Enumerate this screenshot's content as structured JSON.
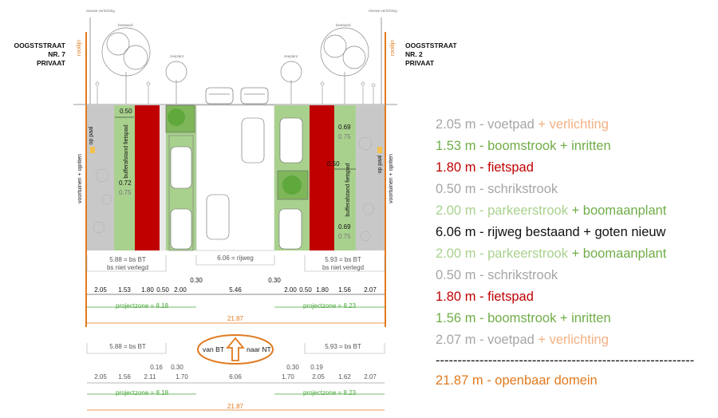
{
  "owners": {
    "left": [
      "OOGSTSTRAAT",
      "NR. 7",
      "PRIVAAT"
    ],
    "right": [
      "OOGSTSTRAAT",
      "NR. 2",
      "PRIVAAT"
    ]
  },
  "small_labels": {
    "rooilijn": "rooilijn",
    "verlichting_top": "nieuwe verlichting",
    "boom": "bestaand",
    "zeeplant": "zeeplant"
  },
  "section": {
    "left_vertical": {
      "voortuinen": "voortuinen + opriten",
      "op_paal": "op paal"
    },
    "right_vertical": {
      "voortuinen": "voortuinen + opriten",
      "op_paal": "op paal"
    },
    "left_buffer": {
      "text": "bufferafstand fietspad",
      "val_top": "0.50",
      "val_mid": "0.72",
      "val_mid_old": "0.75"
    },
    "right_buffer": {
      "text": "bufferafstand fietspad",
      "val_top": "0.69",
      "val_top_old": "0.75",
      "val_mid": "0.50",
      "val_bot": "0.69",
      "val_bot_old": "0.75"
    }
  },
  "proposed": {
    "left_bs": "5.88 = bs BT",
    "left_bs_sub": "bs niet verlegd",
    "road": "6.06 = rijweg",
    "right_bs": "5.93 = bs BT",
    "right_bs_sub": "bs niet verlegd",
    "top_dims": {
      "left_030": "0.30",
      "right_030": "0.30"
    },
    "dims": [
      "2.05",
      "1.53",
      "1.80",
      "0.50",
      "2.00",
      "5.46",
      "2.00",
      "0.50",
      "1.80",
      "1.56",
      "2.07"
    ],
    "projectzone_left": "projectzone = 8.18",
    "projectzone_right": "projectzone = 8.23",
    "total": "21.87"
  },
  "arrow": {
    "from": "van BT",
    "to": "naar NT"
  },
  "existing": {
    "left_bs": "5.88 = bs BT",
    "right_bs": "5.93 = bs BT",
    "small_dims": [
      "0.16",
      "0.30",
      "0.30",
      "0.19"
    ],
    "dims": [
      "2.05",
      "1.56",
      "2.11",
      "1.70",
      "6.06",
      "1.70",
      "2.05",
      "1.62",
      "2.07"
    ],
    "projectzone_left": "projectzone = 8.18",
    "projectzone_right": "projectzone = 8.23",
    "total": "21.87"
  },
  "legend": [
    {
      "value": "2.05 m - ",
      "main": "voetpad",
      "extra": " + verlichting",
      "c1": "#a6a6a6",
      "c2": "#a6a6a6",
      "c3": "#f4b183"
    },
    {
      "value": "1.53 m - ",
      "main": "boomstrook",
      "extra": " + inritten",
      "c1": "#70ad47",
      "c2": "#70ad47",
      "c3": "#70ad47"
    },
    {
      "value": "1.80 m - ",
      "main": "fietspad",
      "extra": "",
      "c1": "#c00000",
      "c2": "#c00000",
      "c3": "#c00000"
    },
    {
      "value": "0.50 m - ",
      "main": "schrikstrook",
      "extra": "",
      "c1": "#a6a6a6",
      "c2": "#a6a6a6",
      "c3": "#a6a6a6"
    },
    {
      "value": "2.00 m - ",
      "main": "parkeerstrook",
      "extra": " + boomaanplant",
      "c1": "#a9d18e",
      "c2": "#a9d18e",
      "c3": "#70ad47"
    },
    {
      "value": "6.06 m - ",
      "main": "rijweg bestaand + goten nieuw",
      "extra": "",
      "c1": "#111111",
      "c2": "#111111",
      "c3": "#111111"
    },
    {
      "value": "2.00 m - ",
      "main": "parkeerstrook",
      "extra": " + boomaanplant",
      "c1": "#a9d18e",
      "c2": "#a9d18e",
      "c3": "#70ad47"
    },
    {
      "value": "0.50 m - ",
      "main": "schrikstrook",
      "extra": "",
      "c1": "#a6a6a6",
      "c2": "#a6a6a6",
      "c3": "#a6a6a6"
    },
    {
      "value": "1.80 m - ",
      "main": "fietspad",
      "extra": "",
      "c1": "#c00000",
      "c2": "#c00000",
      "c3": "#c00000"
    },
    {
      "value": "1.56 m - ",
      "main": "boomstrook",
      "extra": " + inritten",
      "c1": "#70ad47",
      "c2": "#70ad47",
      "c3": "#70ad47"
    },
    {
      "value": "2.07 m - ",
      "main": "voetpad",
      "extra": " + verlichting",
      "c1": "#a6a6a6",
      "c2": "#a6a6a6",
      "c3": "#f4b183"
    }
  ],
  "legend_separator": "-----------------------------------------------------------",
  "legend_total": "21.87 m - openbaar domein",
  "colors": {
    "orange": "#e07a1f",
    "green_dim": "#48a83a",
    "red": "#c00000",
    "grey": "#c8c8c8",
    "green_strip": "#a9d18e"
  }
}
